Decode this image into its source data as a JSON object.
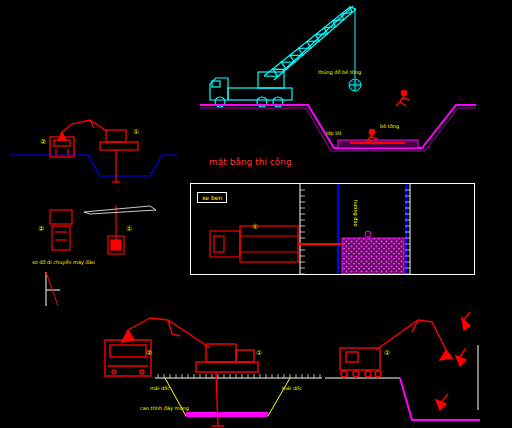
{
  "diagram": {
    "nodes": [
      {
        "text": [
          "mặt bằng thi công"
        ]
      },
      {
        "text": [
          "xe ben"
        ],
        "in": 0
      }
    ],
    "edges": [],
    "labels": [
      "thùng đổ bê tông",
      "lớp lót",
      "bê tông",
      "②",
      "①",
      "②",
      "①",
      "sơ đồ di chuyển máy đào",
      "①",
      "hướng đào",
      "②",
      "①",
      "mái dốc",
      "mái dốc",
      "cao trình đáy móng",
      "①"
    ]
  }
}
